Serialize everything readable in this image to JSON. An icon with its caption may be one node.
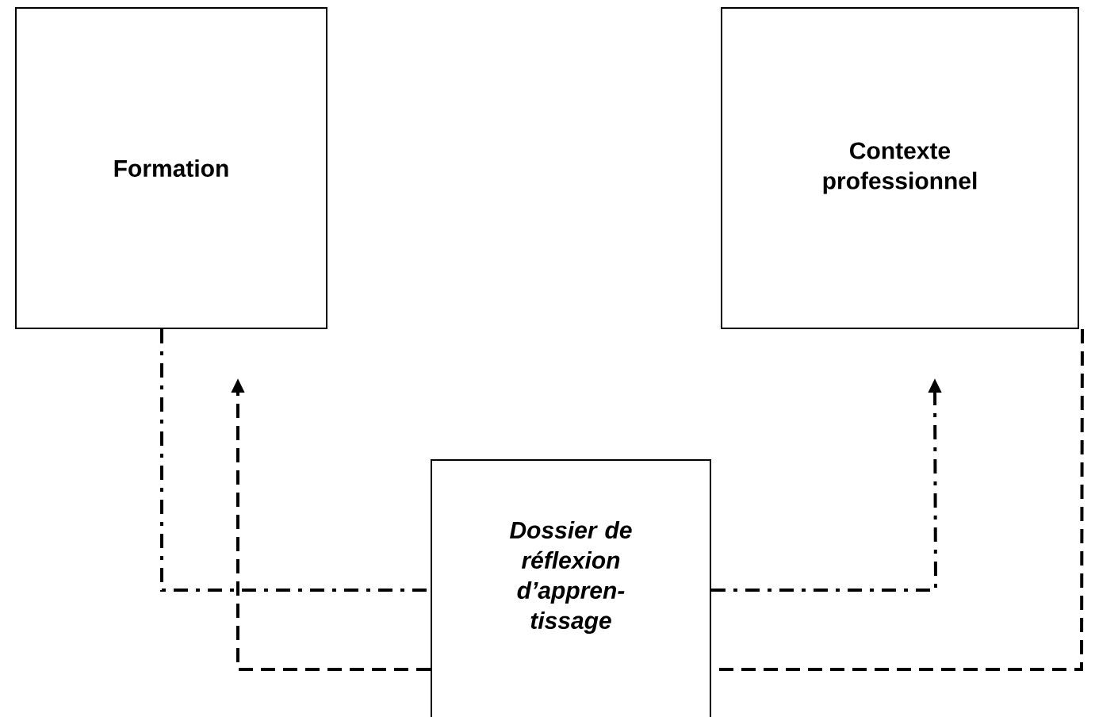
{
  "diagram": {
    "nodes": [
      {
        "text": [
          "Formation"
        ]
      },
      {
        "text": [
          "Contexte professionnel"
        ]
      },
      {
        "text": [
          "Dossier de réflexion d’appren- tissage"
        ]
      }
    ],
    "edges": [
      {
        "from": 0,
        "to": 2,
        "arrow": "none"
      },
      {
        "from": 2,
        "to": 1,
        "arrow": "to"
      },
      {
        "from": 1,
        "to": 2,
        "arrow": "none",
        "style": "dashed"
      },
      {
        "from": 2,
        "to": 0,
        "arrow": "to",
        "style": "dashed"
      }
    ]
  }
}
